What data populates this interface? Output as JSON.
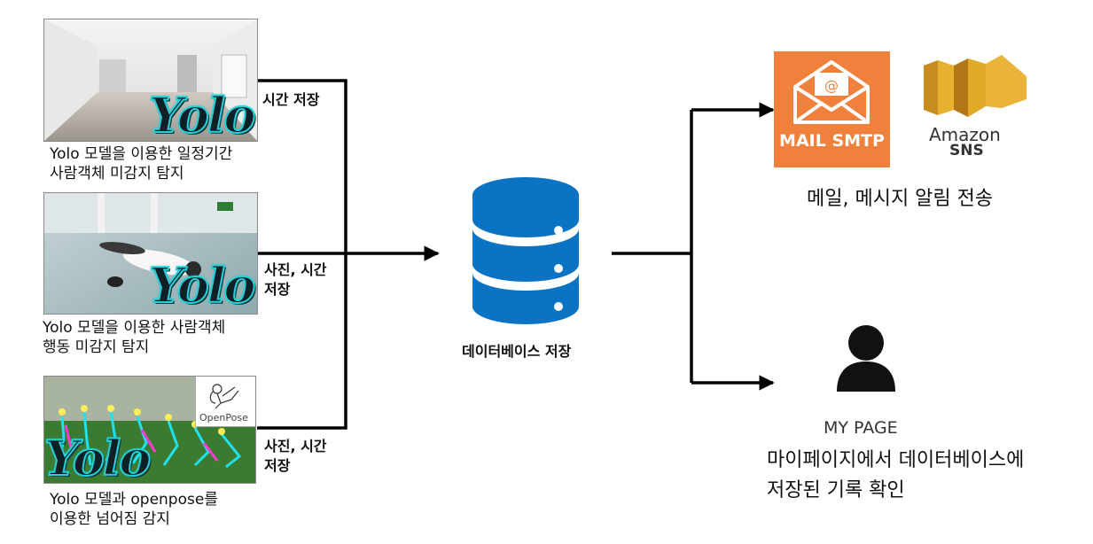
{
  "inputs": [
    {
      "caption_lines": [
        "Yolo 모델을 이용한 일정기간",
        "사람객체 미감지 탐지"
      ],
      "badge": "Yolo",
      "arrow_label_lines": [
        "시간 저장"
      ]
    },
    {
      "caption_lines": [
        "Yolo 모델을 이용한 사람객체",
        "행동 미감지 탐지"
      ],
      "badge": "Yolo",
      "arrow_label_lines": [
        "사진, 시간",
        "저장"
      ]
    },
    {
      "caption_lines": [
        "Yolo 모델과 openpose를",
        "이용한 넘어짐 감지"
      ],
      "badge": "Yolo",
      "openpose_label": "OpenPose",
      "arrow_label_lines": [
        "사진, 시간",
        "저장"
      ]
    }
  ],
  "database": {
    "label": "데이터베이스 저장",
    "icon": "database-icon",
    "color": "#0b73c4"
  },
  "notify": {
    "mail": {
      "text": "MAIL SMTP",
      "icon": "mail-icon",
      "color": "#f0813c"
    },
    "sns": {
      "text_top": "Amazon",
      "text_bottom": "SNS",
      "icon": "amazon-sns-icon",
      "color": "#e1a92a"
    },
    "caption": "메일, 메시지 알림 전송"
  },
  "mypage": {
    "icon": "user-icon",
    "title": "MY PAGE",
    "caption_lines": [
      "마이페이지에서 데이터베이스에",
      "저장된 기록 확인"
    ]
  }
}
